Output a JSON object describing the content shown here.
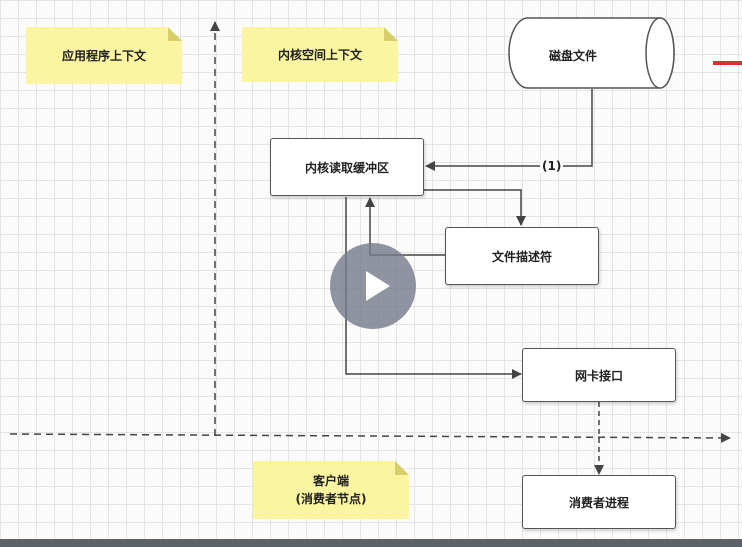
{
  "notes": {
    "app_context": "应用程序上下文",
    "kernel_context": "内核空间上下文",
    "client_line1": "客户端",
    "client_line2": "(消费者节点)"
  },
  "nodes": {
    "disk_file": "磁盘文件",
    "kernel_read_buffer": "内核读取缓冲区",
    "file_descriptor": "文件描述符",
    "nic_interface": "网卡接口",
    "consumer_process": "消费者进程"
  },
  "edges": {
    "disk_to_buffer_label": "(1)"
  },
  "colors": {
    "note_fill": "#fbf4a0",
    "line": "#444444",
    "accent_red": "#e0302b",
    "play_overlay": "#787d8c"
  },
  "icons": {
    "play": "play-icon"
  }
}
